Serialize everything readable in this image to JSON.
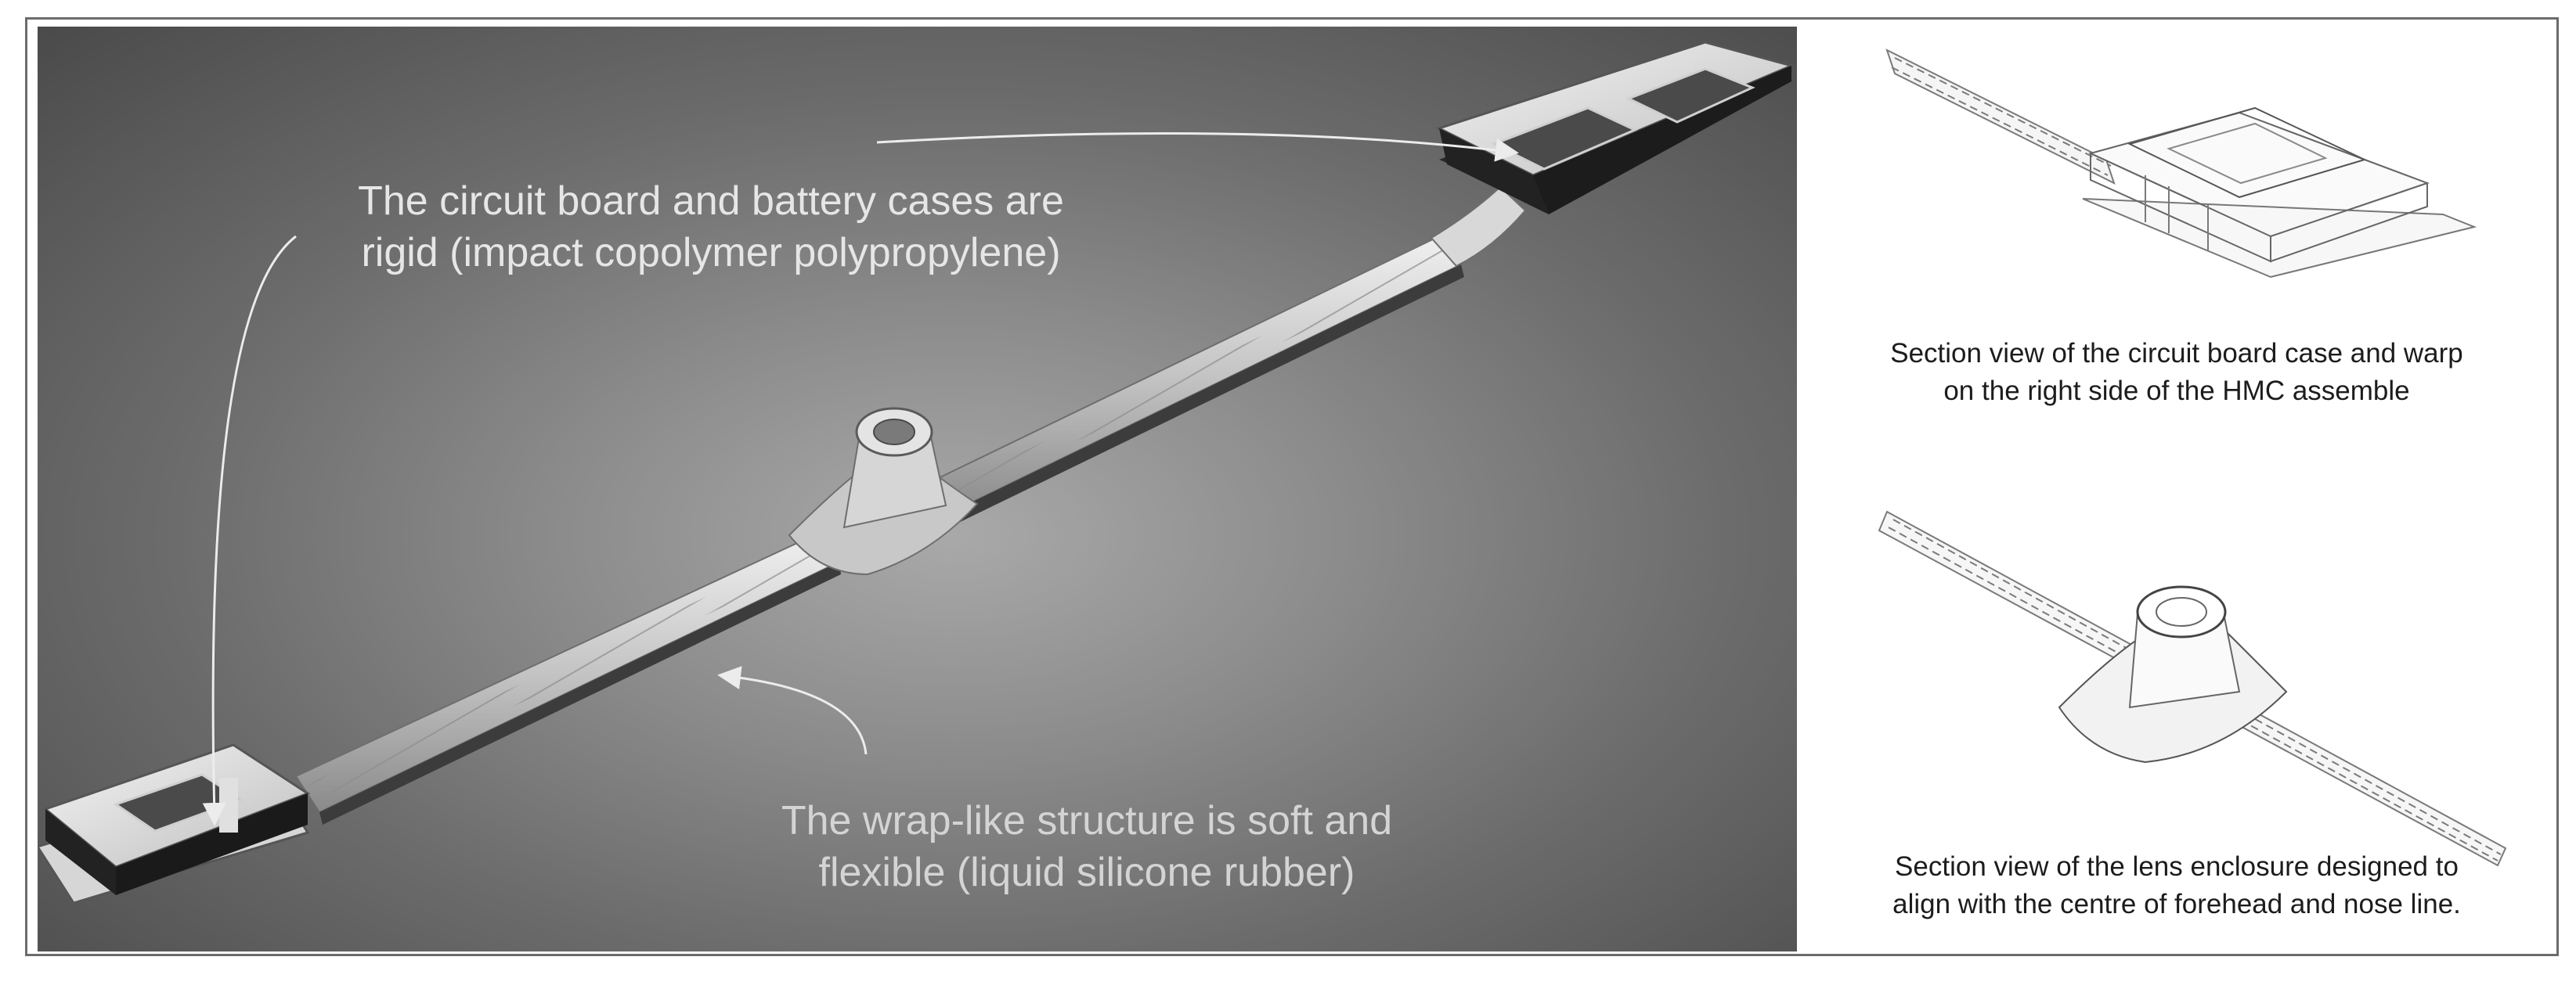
{
  "callouts": {
    "rigid": {
      "line1": "The circuit board and battery cases are",
      "line2": "rigid (impact copolymer polypropylene)"
    },
    "soft": {
      "line1": "The wrap-like structure is soft and",
      "line2": "flexible (liquid silicone rubber)"
    }
  },
  "captions": {
    "top": {
      "line1": "Section view of the circuit board case and warp",
      "line2": "on the right side of the HMC assemble"
    },
    "bottom": {
      "line1": "Section view of the lens enclosure designed to",
      "line2": "align with the centre of forehead and nose line."
    }
  },
  "colors": {
    "render_background": "#6c6c6c",
    "callout_text": "#e6e6e6",
    "caption_text": "#1c1c1c",
    "frame_border": "#6c6c6c"
  }
}
